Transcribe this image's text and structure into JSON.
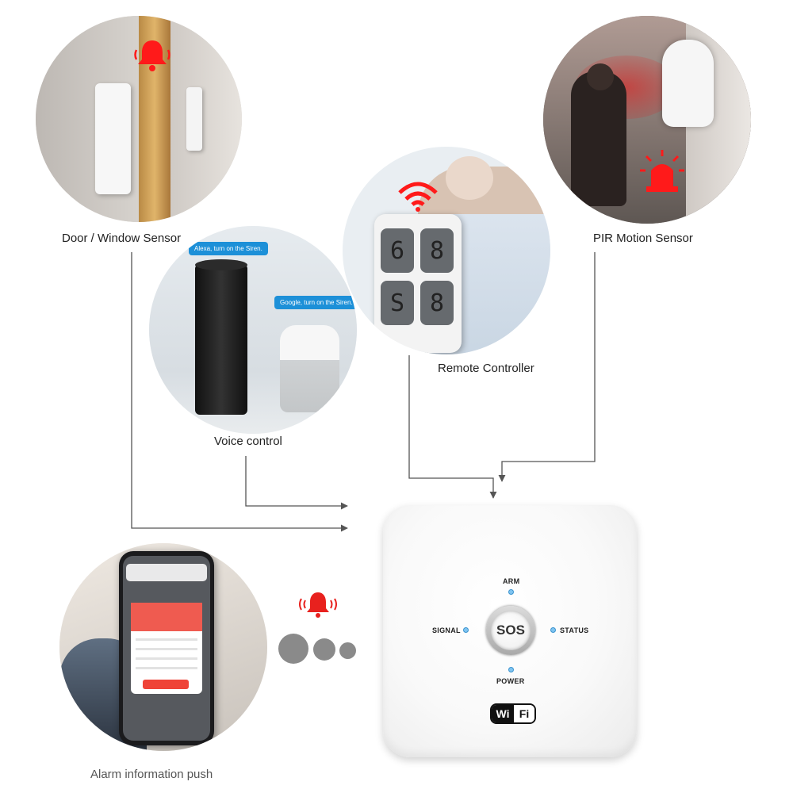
{
  "labels": {
    "door_window_sensor": "Door / Window Sensor",
    "pir_motion_sensor": "PIR Motion Sensor",
    "remote_controller": "Remote Controller",
    "voice_control": "Voice control",
    "alarm_information_push": "Alarm information push"
  },
  "voice_bubbles": {
    "alexa": "Alexa, turn on the Siren.",
    "google": "Google, turn on the Siren."
  },
  "remote_buttons": [
    "6",
    "8",
    "S",
    "8"
  ],
  "hub": {
    "arm": "ARM",
    "signal": "SIGNAL",
    "status": "STATUS",
    "power": "POWER",
    "sos": "SOS",
    "wifi_left": "Wi",
    "wifi_right": "Fi"
  },
  "colors": {
    "alarm_red": "#ff1a1a",
    "arrow_gray": "#555555",
    "led_blue": "#7fc4f0"
  },
  "icons": [
    "alarm-bell-icon",
    "siren-icon",
    "wifi-signal-icon"
  ]
}
